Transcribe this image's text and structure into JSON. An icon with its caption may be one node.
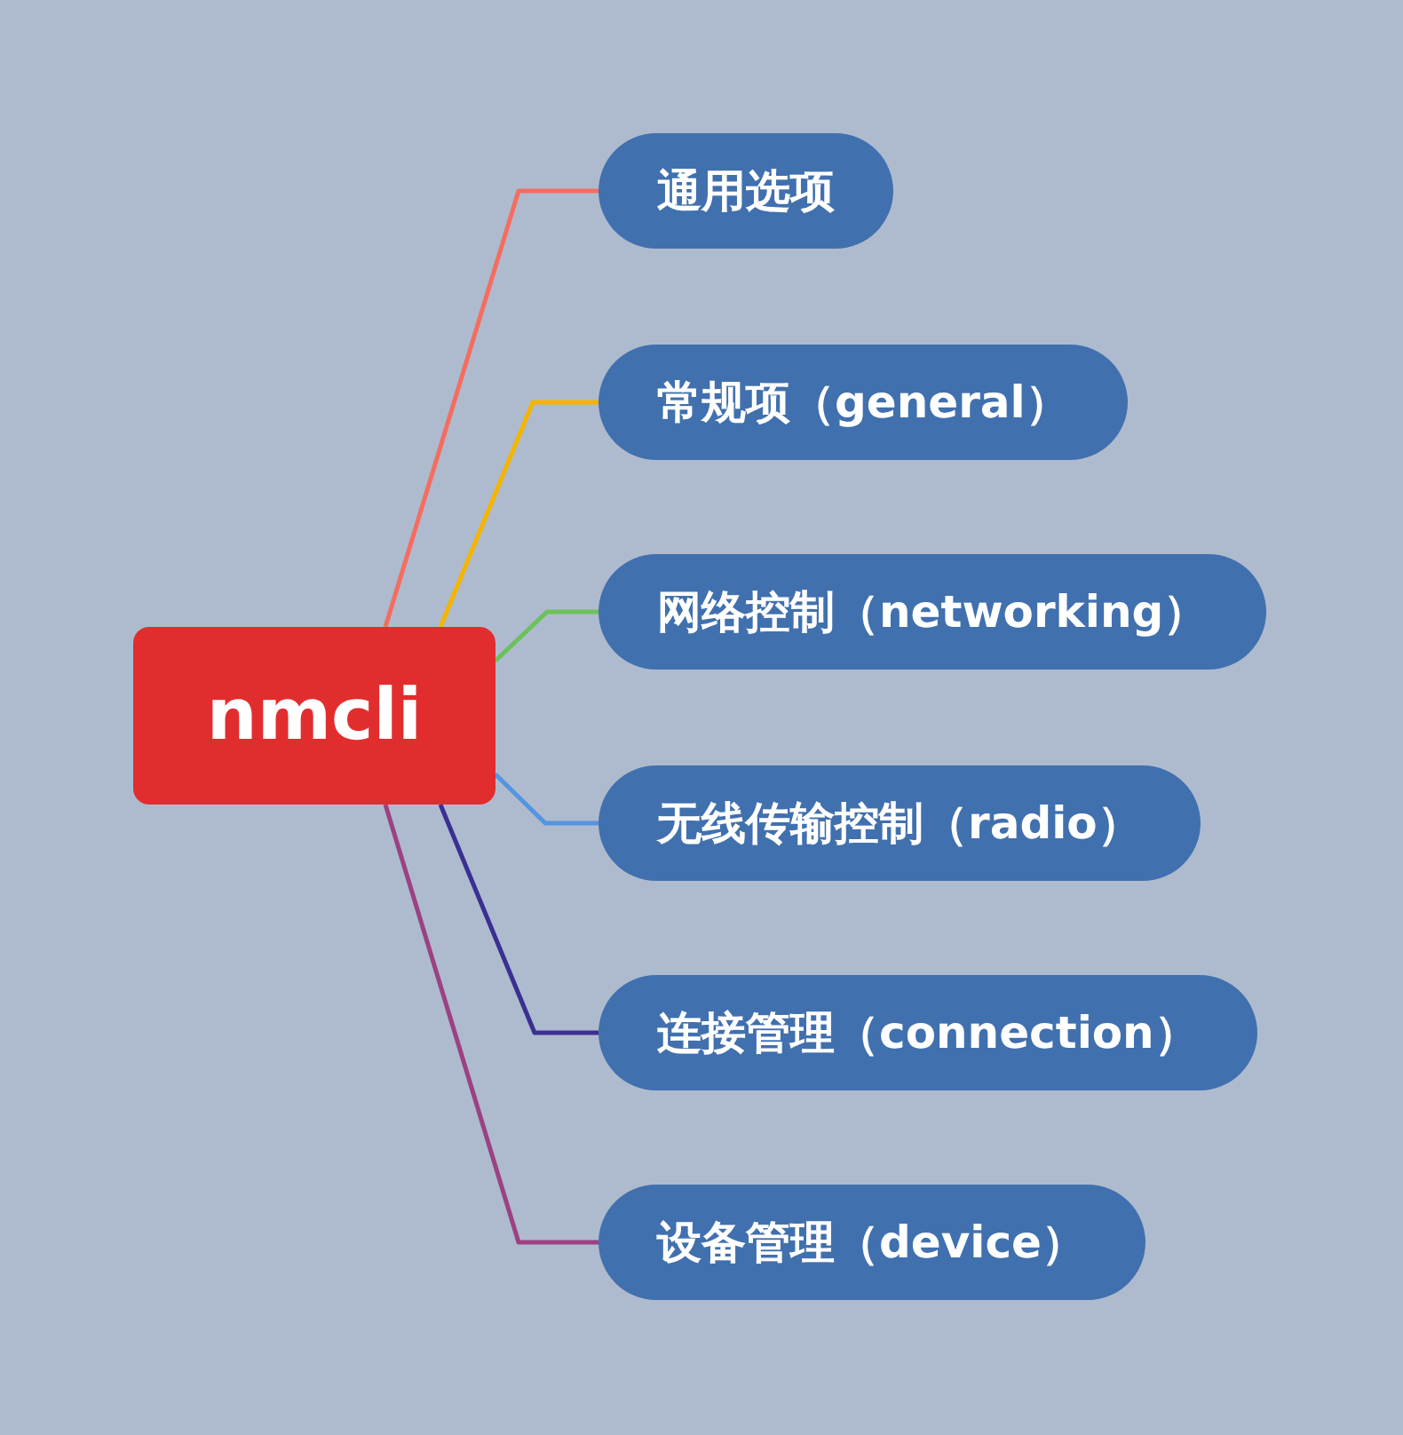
{
  "diagram": {
    "nodes": [
      {
        "text": [
          "nmcli"
        ]
      },
      {
        "text": [
          "通用选项"
        ]
      },
      {
        "text": [
          "常规项（general）"
        ]
      },
      {
        "text": [
          "网络控制（networking）"
        ]
      },
      {
        "text": [
          "无线传输控制（radio）"
        ]
      },
      {
        "text": [
          "连接管理（connection）"
        ]
      },
      {
        "text": [
          "设备管理（device）"
        ]
      }
    ],
    "edges": [
      {
        "from": 0,
        "to": 1,
        "arrow": "none",
        "color": "#f56d5f"
      },
      {
        "from": 0,
        "to": 2,
        "arrow": "none",
        "color": "#f5b400"
      },
      {
        "from": 0,
        "to": 3,
        "arrow": "none",
        "color": "#6cc15a"
      },
      {
        "from": 0,
        "to": 4,
        "arrow": "none",
        "color": "#5595e0"
      },
      {
        "from": 0,
        "to": 5,
        "arrow": "none",
        "color": "#3b2f92"
      },
      {
        "from": 0,
        "to": 6,
        "arrow": "none",
        "color": "#9c4182"
      }
    ]
  }
}
